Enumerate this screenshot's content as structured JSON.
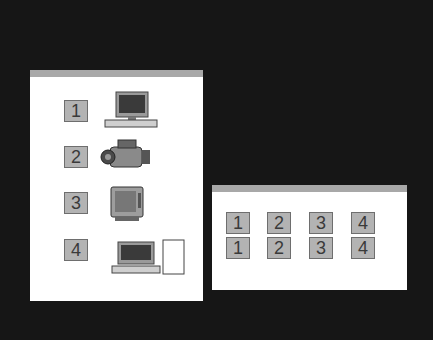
{
  "diagram": {
    "nodes": [
      {
        "text": [
          "1"
        ]
      },
      {
        "text": [
          "2"
        ]
      },
      {
        "text": [
          "3"
        ]
      },
      {
        "text": [
          "4"
        ]
      },
      {
        "text": [
          "1"
        ]
      },
      {
        "text": [
          "2"
        ]
      },
      {
        "text": [
          "3"
        ]
      },
      {
        "text": [
          "4"
        ]
      },
      {
        "text": [
          "1"
        ]
      },
      {
        "text": [
          "2"
        ]
      },
      {
        "text": [
          "3"
        ]
      },
      {
        "text": [
          "4"
        ]
      }
    ]
  }
}
